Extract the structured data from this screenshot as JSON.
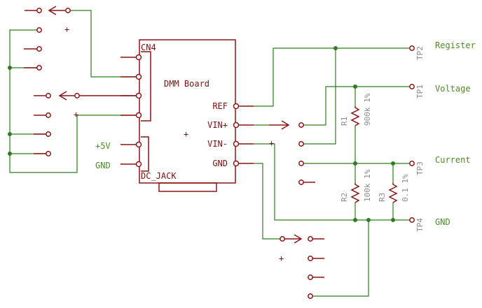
{
  "board": {
    "name": "DMM Board",
    "connector": "CN4",
    "jack": "DC_JACK",
    "pins_right": [
      "REF",
      "VIN+",
      "VIN-",
      "GND"
    ],
    "pins_left": [
      "+5V",
      "GND"
    ]
  },
  "resistors": [
    {
      "ref": "R1",
      "value": "900k 1%"
    },
    {
      "ref": "R2",
      "value": "100k 1%"
    },
    {
      "ref": "R3",
      "value": "0.1 1%"
    }
  ],
  "test_points": [
    {
      "ref": "TP2",
      "label": "Register"
    },
    {
      "ref": "TP1",
      "label": "Voltage"
    },
    {
      "ref": "TP3",
      "label": "Current"
    },
    {
      "ref": "TP4",
      "label": "GND"
    }
  ],
  "marks": {
    "plus": "+"
  },
  "colors": {
    "part": "#8a1515",
    "wire": "#2e7d1e",
    "value_text": "#8a8a8a"
  }
}
